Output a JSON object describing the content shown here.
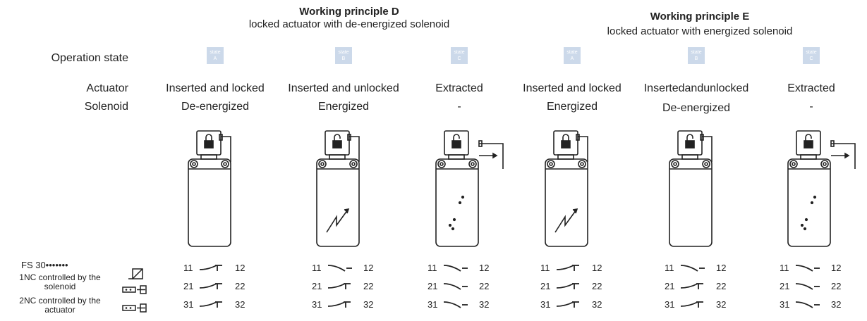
{
  "principles": [
    {
      "title": "Working principle D",
      "subtitle": "locked actuator with de-energized solenoid"
    },
    {
      "title": "Working principle E",
      "subtitle": "locked actuator with energized solenoid"
    }
  ],
  "row_labels": {
    "operation_state": "Operation state",
    "actuator": "Actuator",
    "solenoid": "Solenoid"
  },
  "columns": [
    {
      "state_word": "state",
      "state_letter": "A",
      "actuator": "Inserted and locked",
      "solenoid": "De-energized"
    },
    {
      "state_word": "state",
      "state_letter": "B",
      "actuator": "Inserted and unlocked",
      "solenoid": "Energized"
    },
    {
      "state_word": "state",
      "state_letter": "C",
      "actuator": "Extracted",
      "solenoid": "-"
    },
    {
      "state_word": "state",
      "state_letter": "A",
      "actuator": "Inserted and locked",
      "solenoid": "Energized"
    },
    {
      "state_word": "state",
      "state_letter": "B",
      "actuator": "Insertedandunlocked",
      "solenoid": "De-energized"
    },
    {
      "state_word": "state",
      "state_letter": "C",
      "actuator": "Extracted",
      "solenoid": "-"
    }
  ],
  "legend": {
    "code": "FS 30•••••••",
    "nc1": "1NC controlled by the solenoid",
    "nc2": "2NC controlled by the actuator"
  },
  "terminals": [
    [
      "11",
      "12"
    ],
    [
      "21",
      "22"
    ],
    [
      "31",
      "32"
    ]
  ],
  "contact_states": [
    [
      "closed",
      "closed",
      "closed"
    ],
    [
      "open",
      "closed",
      "closed"
    ],
    [
      "open",
      "open",
      "open"
    ],
    [
      "closed",
      "closed",
      "closed"
    ],
    [
      "open",
      "closed",
      "closed"
    ],
    [
      "open",
      "open",
      "open"
    ]
  ]
}
